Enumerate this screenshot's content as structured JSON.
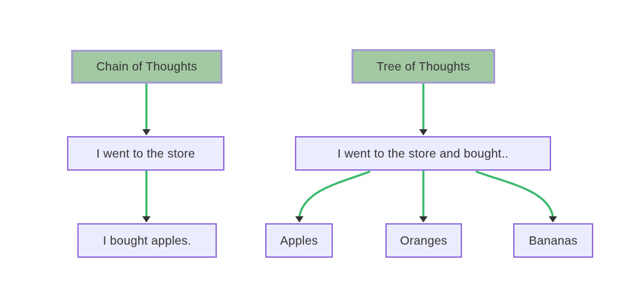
{
  "diagram": {
    "type": "flowchart",
    "background": "#ffffff",
    "colors": {
      "title_node_fill": "#a3c9a2",
      "title_node_border": "#a59ed1",
      "node_fill": "#ececff",
      "node_border": "#9370db",
      "edge_line": "#38b86b",
      "arrowhead": "#333333",
      "text": "#333333"
    },
    "chain": {
      "title": "Chain of Thoughts",
      "step1": "I went to the store",
      "step2": "I bought apples."
    },
    "tree": {
      "title": "Tree of Thoughts",
      "root": "I went to the store and bought..",
      "leaf1": "Apples",
      "leaf2": "Oranges",
      "leaf3": "Bananas"
    }
  }
}
